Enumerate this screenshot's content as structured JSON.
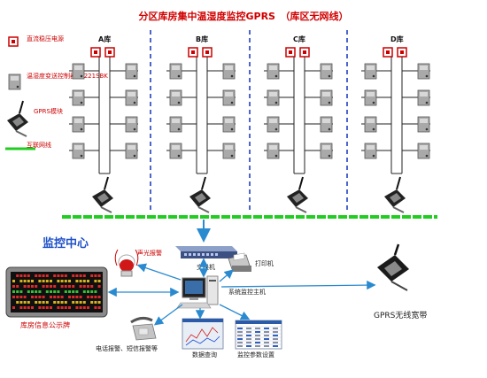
{
  "title": "分区库房集中温湿度监控GPRS　（库区无网线）",
  "legend": {
    "power": "直流稳压电源",
    "controller": "温湿度变送控制器LB221SBK",
    "gprs": "GPRS模块",
    "internet": "互联网线"
  },
  "warehouses": [
    "A库",
    "B库",
    "C库",
    "D库"
  ],
  "center_title": "监控中心",
  "nodes": {
    "alarm": "声光报警",
    "switch": "交换机",
    "printer": "打印机",
    "host": "系统监控主机",
    "display": "库房信息公示牌",
    "phone": "电话报警、短信报警等",
    "query": "数据查询",
    "params": "监控参数设置",
    "gprs_broadband": "GPRS无线宽带"
  },
  "colors": {
    "title": "#d00000",
    "label_red": "#cc0000",
    "center_blue": "#1e50c8",
    "divider": "#2040c0",
    "network_green": "#22cc22",
    "arrow_blue": "#2a8ad0"
  }
}
